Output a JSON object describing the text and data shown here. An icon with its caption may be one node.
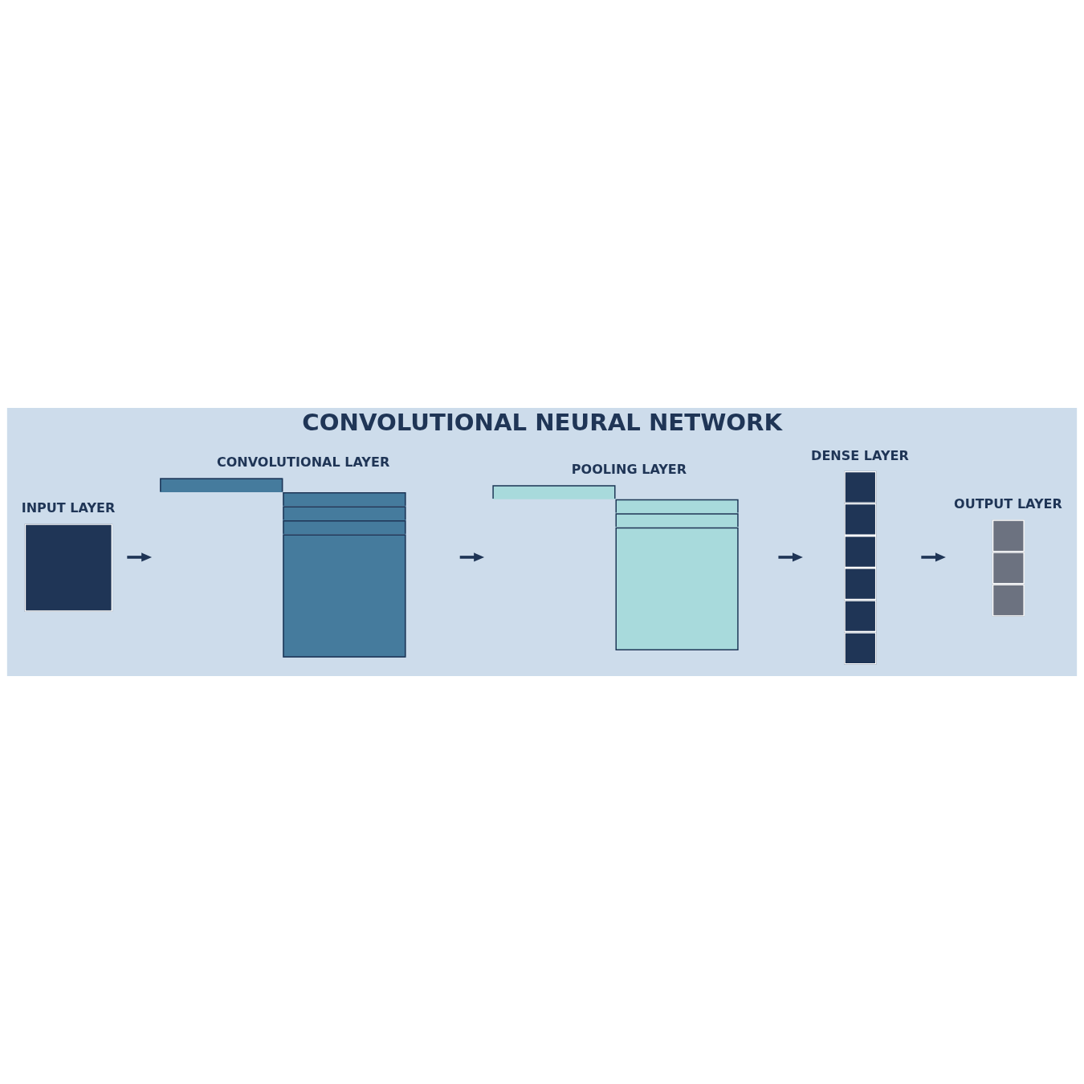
{
  "diagram": {
    "title": "CONVOLUTIONAL NEURAL NETWORK",
    "nodes": [
      {
        "text": [
          "INPUT LAYER"
        ]
      },
      {
        "text": [
          "CONVOLUTIONAL LAYER"
        ]
      },
      {
        "text": [
          "POOLING LAYER"
        ]
      },
      {
        "text": [
          "DENSE LAYER"
        ]
      },
      {
        "text": [
          "OUTPUT LAYER"
        ]
      }
    ],
    "edges": [
      {
        "from": 0,
        "to": 1,
        "arrow": "to"
      },
      {
        "from": 1,
        "to": 2,
        "arrow": "to"
      },
      {
        "from": 2,
        "to": 3,
        "arrow": "to"
      },
      {
        "from": 3,
        "to": 4,
        "arrow": "to"
      }
    ]
  }
}
